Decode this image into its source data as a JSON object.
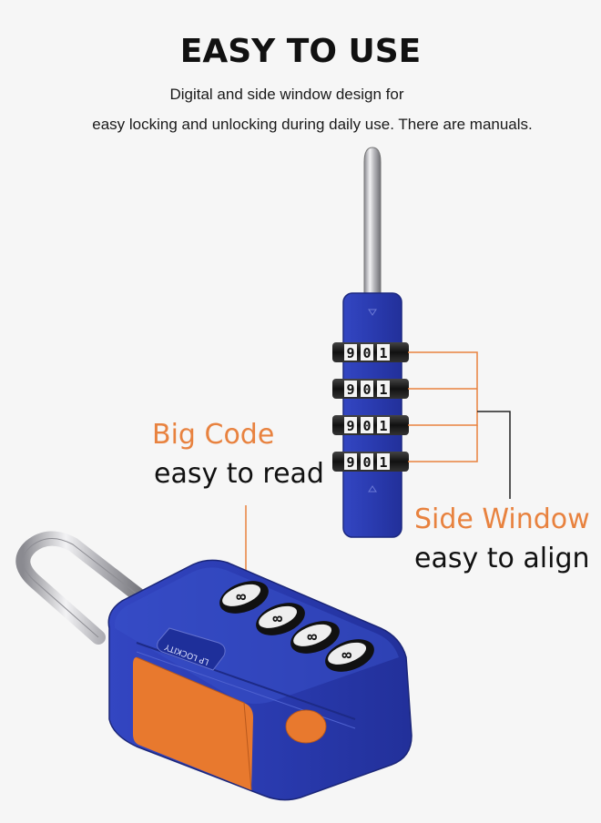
{
  "header": {
    "title": "EASY TO USE",
    "description_line1": "Digital and side window design for",
    "description_line2": "easy locking and unlocking during daily use. There are manuals."
  },
  "callouts": {
    "big_code": {
      "title": "Big Code",
      "subtitle": "easy to read"
    },
    "side_window": {
      "title": "Side Window",
      "subtitle": "easy to align"
    }
  },
  "lock": {
    "dial_digits": [
      "9",
      "0",
      "1"
    ],
    "brand_text": "LP LOCKITY",
    "colors": {
      "body": "#2f42b4",
      "accent": "#e8792e",
      "shackle": "#c8c8cc",
      "callout_line": "#e8823f"
    }
  }
}
